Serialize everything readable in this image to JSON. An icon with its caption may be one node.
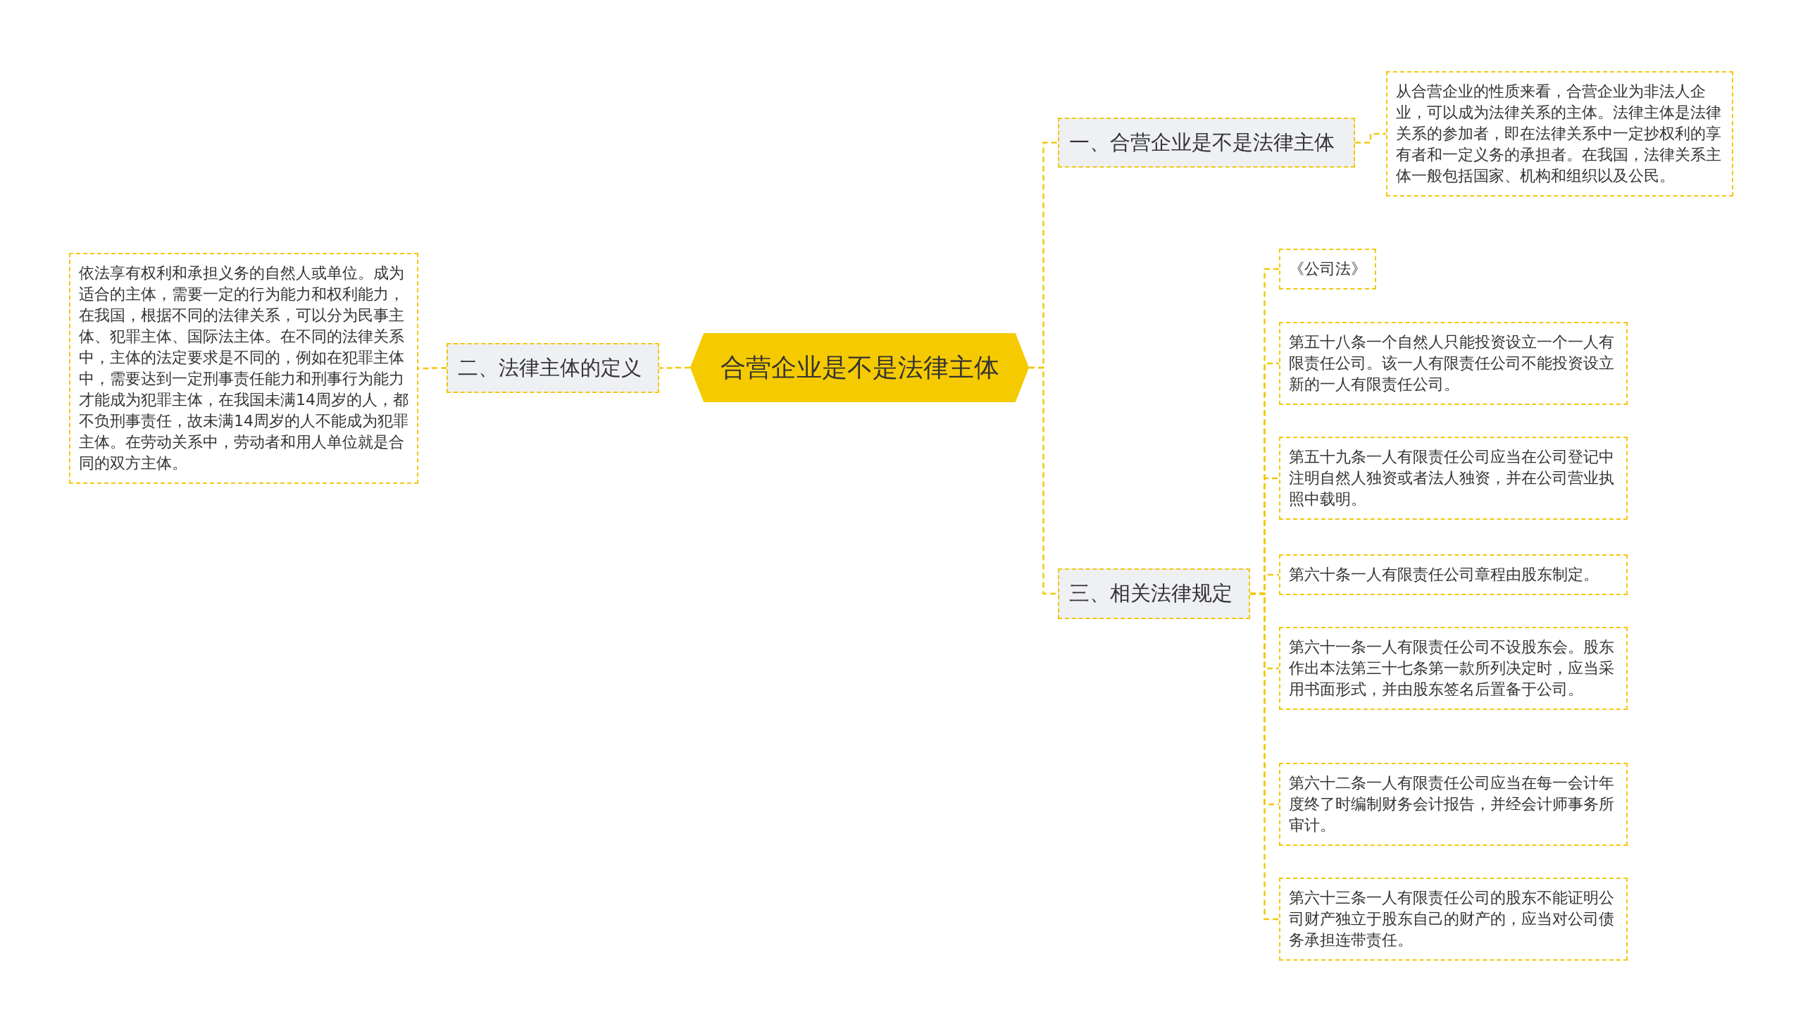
{
  "diagram": {
    "nodes": [
      {
        "text": [
          "合营企业是不是法律主体"
        ]
      },
      {
        "text": [
          "二、法律主体的定义"
        ]
      },
      {
        "text": [
          "依法享有权利和承担义务的自然人或单位。成为适合的主体，需要一定的行为能力和权利能力，在我国，根据不同的法律关系，可以分为民事主体、犯罪主体、国际法主体。在不同的法律关系中，主体的法定要求是不同的，例如在犯罪主体中，需要达到一定刑事责任能力和刑事行为能力才能成为犯罪主体，在我国未满14周岁的人，都不负刑事责任，故未满14周岁的人不能成为犯罪主体。在劳动关系中，劳动者和用人单位就是合同的双方主体。"
        ]
      },
      {
        "text": [
          "一、合营企业是不是法律主体"
        ]
      },
      {
        "text": [
          "从合营企业的性质来看，合营企业为非法人企业，可以成为法律关系的主体。法律主体是法律关系的参加者，即在法律关系中一定抄权利的享有者和一定义务的承担者。在我国，法律关系主体一般包括国家、机构和组织以及公民。"
        ]
      },
      {
        "text": [
          "三、相关法律规定"
        ]
      },
      {
        "text": [
          "《公司法》"
        ]
      },
      {
        "text": [
          "第五十八条一个自然人只能投资设立一个一人有限责任公司。该一人有限责任公司不能投资设立新的一人有限责任公司。"
        ]
      },
      {
        "text": [
          "第五十九条一人有限责任公司应当在公司登记中注明自然人独资或者法人独资，并在公司营业执照中载明。"
        ]
      },
      {
        "text": [
          "第六十条一人有限责任公司章程由股东制定。"
        ]
      },
      {
        "text": [
          "第六十一条一人有限责任公司不设股东会。股东作出本法第三十七条第一款所列决定时，应当采用书面形式，并由股东签名后置备于公司。"
        ]
      },
      {
        "text": [
          "第六十二条一人有限责任公司应当在每一会计年度终了时编制财务会计报告，并经会计师事务所审计。"
        ]
      },
      {
        "text": [
          "第六十三条一人有限责任公司的股东不能证明公司财产独立于股东自己的财产的，应当对公司债务承担连带责任。"
        ]
      }
    ],
    "edges": [
      {
        "from": 0,
        "to": 1,
        "arrow": "none"
      },
      {
        "from": 1,
        "to": 2,
        "arrow": "none"
      },
      {
        "from": 0,
        "to": 3,
        "arrow": "none"
      },
      {
        "from": 3,
        "to": 4,
        "arrow": "none"
      },
      {
        "from": 0,
        "to": 5,
        "arrow": "none"
      },
      {
        "from": 5,
        "to": 6,
        "arrow": "none"
      },
      {
        "from": 5,
        "to": 7,
        "arrow": "none"
      },
      {
        "from": 5,
        "to": 8,
        "arrow": "none"
      },
      {
        "from": 5,
        "to": 9,
        "arrow": "none"
      },
      {
        "from": 5,
        "to": 10,
        "arrow": "none"
      },
      {
        "from": 5,
        "to": 11,
        "arrow": "none"
      },
      {
        "from": 5,
        "to": 12,
        "arrow": "none"
      }
    ]
  }
}
